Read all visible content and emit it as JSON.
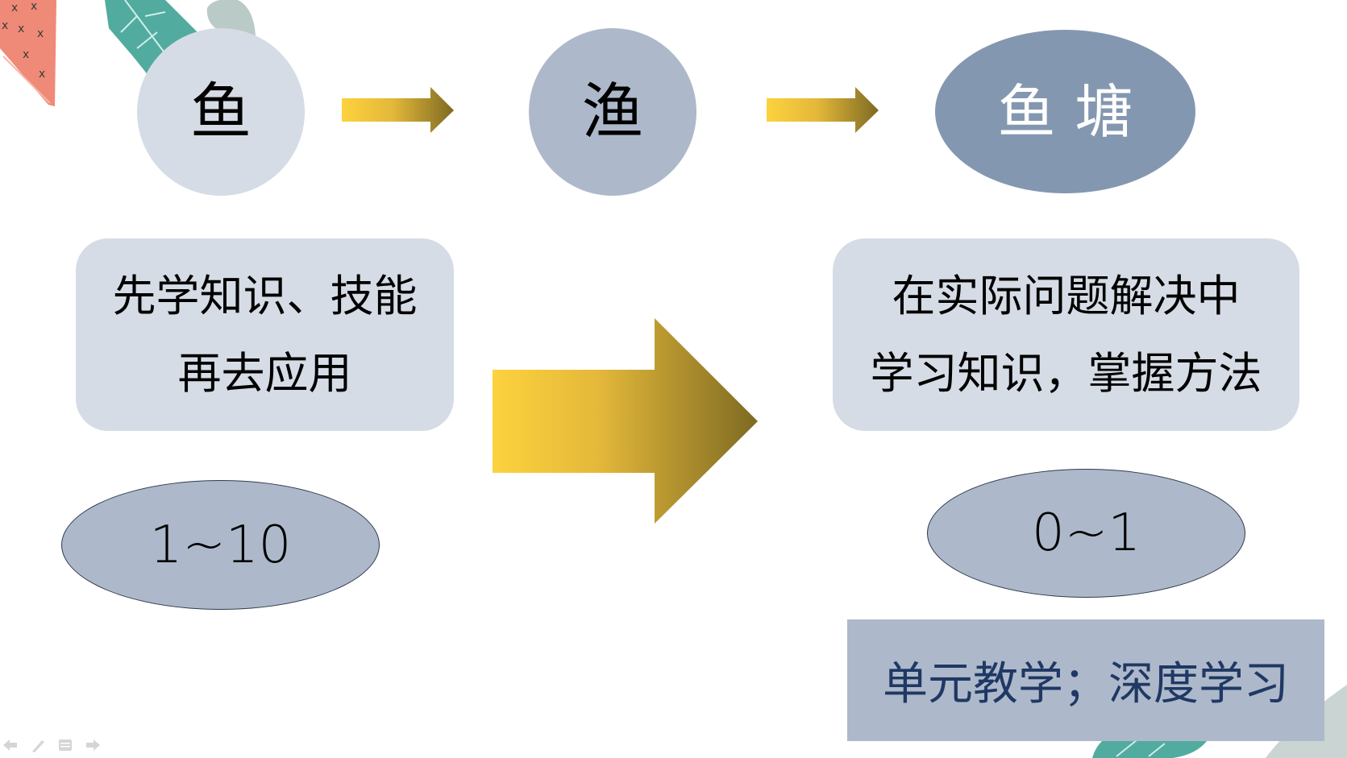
{
  "slide": {
    "stages": [
      {
        "label": "鱼",
        "fill": "#d6dce5",
        "text_color": "#000000"
      },
      {
        "label": "渔",
        "fill": "#adb9ca",
        "text_color": "#000000"
      },
      {
        "label": "鱼塘",
        "fill": "#8497b0",
        "text_color": "#ffffff"
      }
    ],
    "left_card": {
      "lines": [
        "先学知识、技能",
        "再去应用"
      ],
      "fill": "#d6dce5"
    },
    "right_card": {
      "lines": [
        "在实际问题解决中",
        "学习知识，掌握方法"
      ],
      "fill": "#d6dce5"
    },
    "left_range": {
      "label": "1~10",
      "fill": "#adb9ca"
    },
    "right_range": {
      "label": "0~1",
      "fill": "#adb9ca"
    },
    "summary_box": {
      "label": "单元教学；深度学习",
      "fill": "#adb9ca",
      "text_color": "#1f3864"
    },
    "arrow_gradient": {
      "start": "#fdd23e",
      "end": "#7d6a22"
    }
  },
  "slideshow_controls": [
    {
      "name": "previous-slide",
      "icon": "arrow-left-icon"
    },
    {
      "name": "pen-tool",
      "icon": "pen-icon"
    },
    {
      "name": "slide-menu",
      "icon": "menu-icon"
    },
    {
      "name": "next-slide",
      "icon": "arrow-right-icon"
    }
  ]
}
